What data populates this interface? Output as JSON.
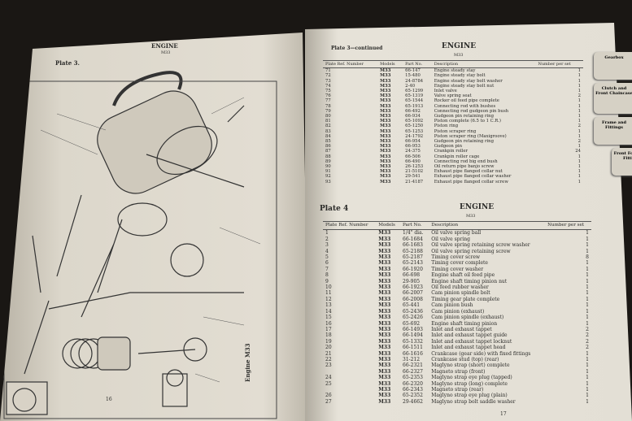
{
  "left_page": {
    "plate": "Plate 3.",
    "title": "ENGINE",
    "model": "M33",
    "caption": "Engine M33",
    "page_number": "16"
  },
  "right_page": {
    "page_number": "17",
    "columns": [
      "Plate Ref. Number",
      "Models",
      "Part No.",
      "Description",
      "Number per set"
    ],
    "plate3": {
      "heading": "Plate 3—continued",
      "title": "ENGINE",
      "model": "M33",
      "rows": [
        [
          "71",
          "M33",
          "66-147",
          "Engine steady stay",
          "1"
        ],
        [
          "72",
          "M33",
          "15-480",
          "Engine steady stay bolt",
          "1"
        ],
        [
          "73",
          "M33",
          "24-8784",
          "Engine steady stay bolt washer",
          "1"
        ],
        [
          "74",
          "M33",
          "2-40",
          "Engine steady stay bolt nut",
          "1"
        ],
        [
          "75",
          "M33",
          "65-1299",
          "Inlet valve",
          "1"
        ],
        [
          "76",
          "M33",
          "65-1319",
          "Valve spring seat",
          "2"
        ],
        [
          "77",
          "M33",
          "65-1544",
          "Rocker oil feed pipe complete",
          "1"
        ],
        [
          "78",
          "M33",
          "65-1913",
          "Connecting rod with bushes",
          "1"
        ],
        [
          "79",
          "M33",
          "66-492",
          "Connecting rod gudgeon pin bush",
          "1"
        ],
        [
          "80",
          "M33",
          "66-934",
          "Gudgeon pin retaining ring",
          "1"
        ],
        [
          "81",
          "M33",
          "65-1092",
          "Piston complete (6.5 to 1 C.R.)",
          "1"
        ],
        [
          "82",
          "M33",
          "65-1250",
          "Piston ring",
          "2"
        ],
        [
          "83",
          "M33",
          "65-1253",
          "Piston scraper ring",
          "1"
        ],
        [
          "84",
          "M33",
          "24-1792",
          "Piston scraper ring (Maxigroove)",
          "1"
        ],
        [
          "85",
          "M33",
          "66-954",
          "Gudgeon pin retaining ring",
          "2"
        ],
        [
          "86",
          "M33",
          "66-953",
          "Gudgeon pin",
          "1"
        ],
        [
          "87",
          "M33",
          "24-375",
          "Crankpin roller",
          "24"
        ],
        [
          "88",
          "M33",
          "66-506",
          "Crankpin roller cage",
          "1"
        ],
        [
          "89",
          "M33",
          "66-490",
          "Connecting rod big end bush",
          "1"
        ],
        [
          "90",
          "M33",
          "26-1253",
          "Oil return pipe banjo screw",
          "1"
        ],
        [
          "91",
          "M33",
          "21-5102",
          "Exhaust pipe flanged collar nut",
          "1"
        ],
        [
          "92",
          "M33",
          "29-541",
          "Exhaust pipe flanged collar washer",
          "1"
        ],
        [
          "93",
          "M33",
          "21-4187",
          "Exhaust pipe flanged collar screw",
          "1"
        ]
      ]
    },
    "plate4": {
      "heading": "Plate 4",
      "title": "ENGINE",
      "model": "M33",
      "rows": [
        [
          "1",
          "M33",
          "1/4\" dia.",
          "Oil valve spring ball",
          "1"
        ],
        [
          "2",
          "M33",
          "66-1684",
          "Oil valve spring",
          "1"
        ],
        [
          "3",
          "M33",
          "66-1683",
          "Oil valve spring retaining screw washer",
          "1"
        ],
        [
          "4",
          "M33",
          "65-2188",
          "Oil valve spring retaining screw",
          "1"
        ],
        [
          "5",
          "M33",
          "65-2187",
          "Timing cover screw",
          "8"
        ],
        [
          "6",
          "M33",
          "65-2143",
          "Timing cover complete",
          "1"
        ],
        [
          "7",
          "M33",
          "66-1920",
          "Timing cover washer",
          "1"
        ],
        [
          "8",
          "M33",
          "66-698",
          "Engine shaft oil feed pipe",
          "1"
        ],
        [
          "9",
          "M33",
          "29-905",
          "Engine shaft timing pinion nut",
          "1"
        ],
        [
          "10",
          "M33",
          "66-1923",
          "Oil feed rubber washer",
          "1"
        ],
        [
          "11",
          "M33",
          "66-2007",
          "Cam pinion spindle bolt",
          "1"
        ],
        [
          "12",
          "M33",
          "66-2008",
          "Timing gear plate complete",
          "1"
        ],
        [
          "13",
          "M33",
          "65-441",
          "Cam pinion bush",
          "1"
        ],
        [
          "14",
          "M33",
          "65-2436",
          "Cam pinion (exhaust)",
          "1"
        ],
        [
          "15",
          "M33",
          "65-2426",
          "Cam pinion spindle (exhaust)",
          "1"
        ],
        [
          "16",
          "M33",
          "65-692",
          "Engine shaft timing pinion",
          "1"
        ],
        [
          "17",
          "M33",
          "66-1493",
          "Inlet and exhaust tappet",
          "2"
        ],
        [
          "18",
          "M33",
          "66-1494",
          "Inlet and exhaust tappet guide",
          "2"
        ],
        [
          "19",
          "M33",
          "65-1332",
          "Inlet and exhaust tappet locknut",
          "2"
        ],
        [
          "20",
          "M33",
          "66-1511",
          "Inlet and exhaust tappet head",
          "2"
        ],
        [
          "21",
          "M33",
          "66-1616",
          "Crankcase (gear side) with fixed fittings",
          "1"
        ],
        [
          "22",
          "M33",
          "31-212",
          "Crankcase stud (top) (rear)",
          "1"
        ],
        [
          "23",
          "M33",
          "66-2321",
          "Maglyno strap (short) complete",
          "1"
        ],
        [
          "",
          "M33",
          "66-2327",
          "Magneto strap (front)",
          "1"
        ],
        [
          "24",
          "M33",
          "65-2353",
          "Maglyno strap eye plug (tapped)",
          "1"
        ],
        [
          "25",
          "M33",
          "66-2320",
          "Maglyno strap (long) complete",
          "1"
        ],
        [
          "",
          "M33",
          "66-2343",
          "Magneto strap (rear)",
          "1"
        ],
        [
          "26",
          "M33",
          "65-2352",
          "Maglyno strap eye plug (plain)",
          "1"
        ],
        [
          "27",
          "M33",
          "29-4662",
          "Maglyno strap bolt saddle washer",
          "1"
        ]
      ]
    }
  },
  "tabs": [
    "Gearbox",
    "Clutch and Front Chaincase",
    "Frame and Fittings",
    "Front Forks and Fittings"
  ]
}
